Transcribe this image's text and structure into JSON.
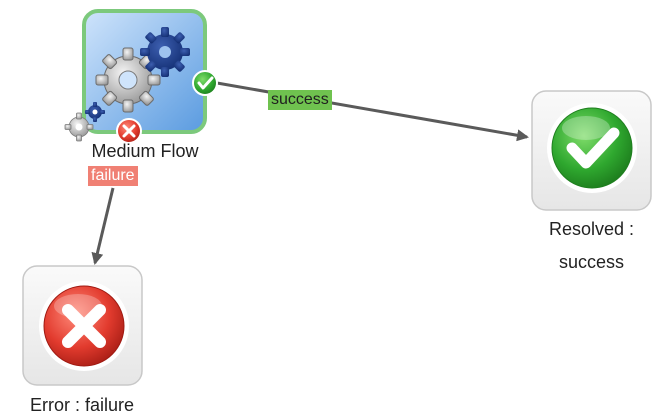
{
  "nodes": {
    "flow": {
      "label": "Medium Flow",
      "icon": "gears-icon",
      "border_color": "#7cc97c",
      "fill_top": "#cfe4fb",
      "fill_bottom": "#5a9be0"
    },
    "resolved": {
      "label_line1": "Resolved :",
      "label_line2": "success",
      "icon": "check-icon",
      "color": "#3aa83a"
    },
    "error": {
      "label": "Error : failure",
      "icon": "cross-icon",
      "color": "#e0443a"
    }
  },
  "edges": {
    "success": {
      "label": "success",
      "label_bg": "#6fc24f"
    },
    "failure": {
      "label": "failure",
      "label_bg": "#f08074"
    }
  },
  "colors": {
    "edge": "#5a5a5a",
    "node_tile_border": "#c8c8c8",
    "node_tile_fill": "#f2f2f2"
  }
}
